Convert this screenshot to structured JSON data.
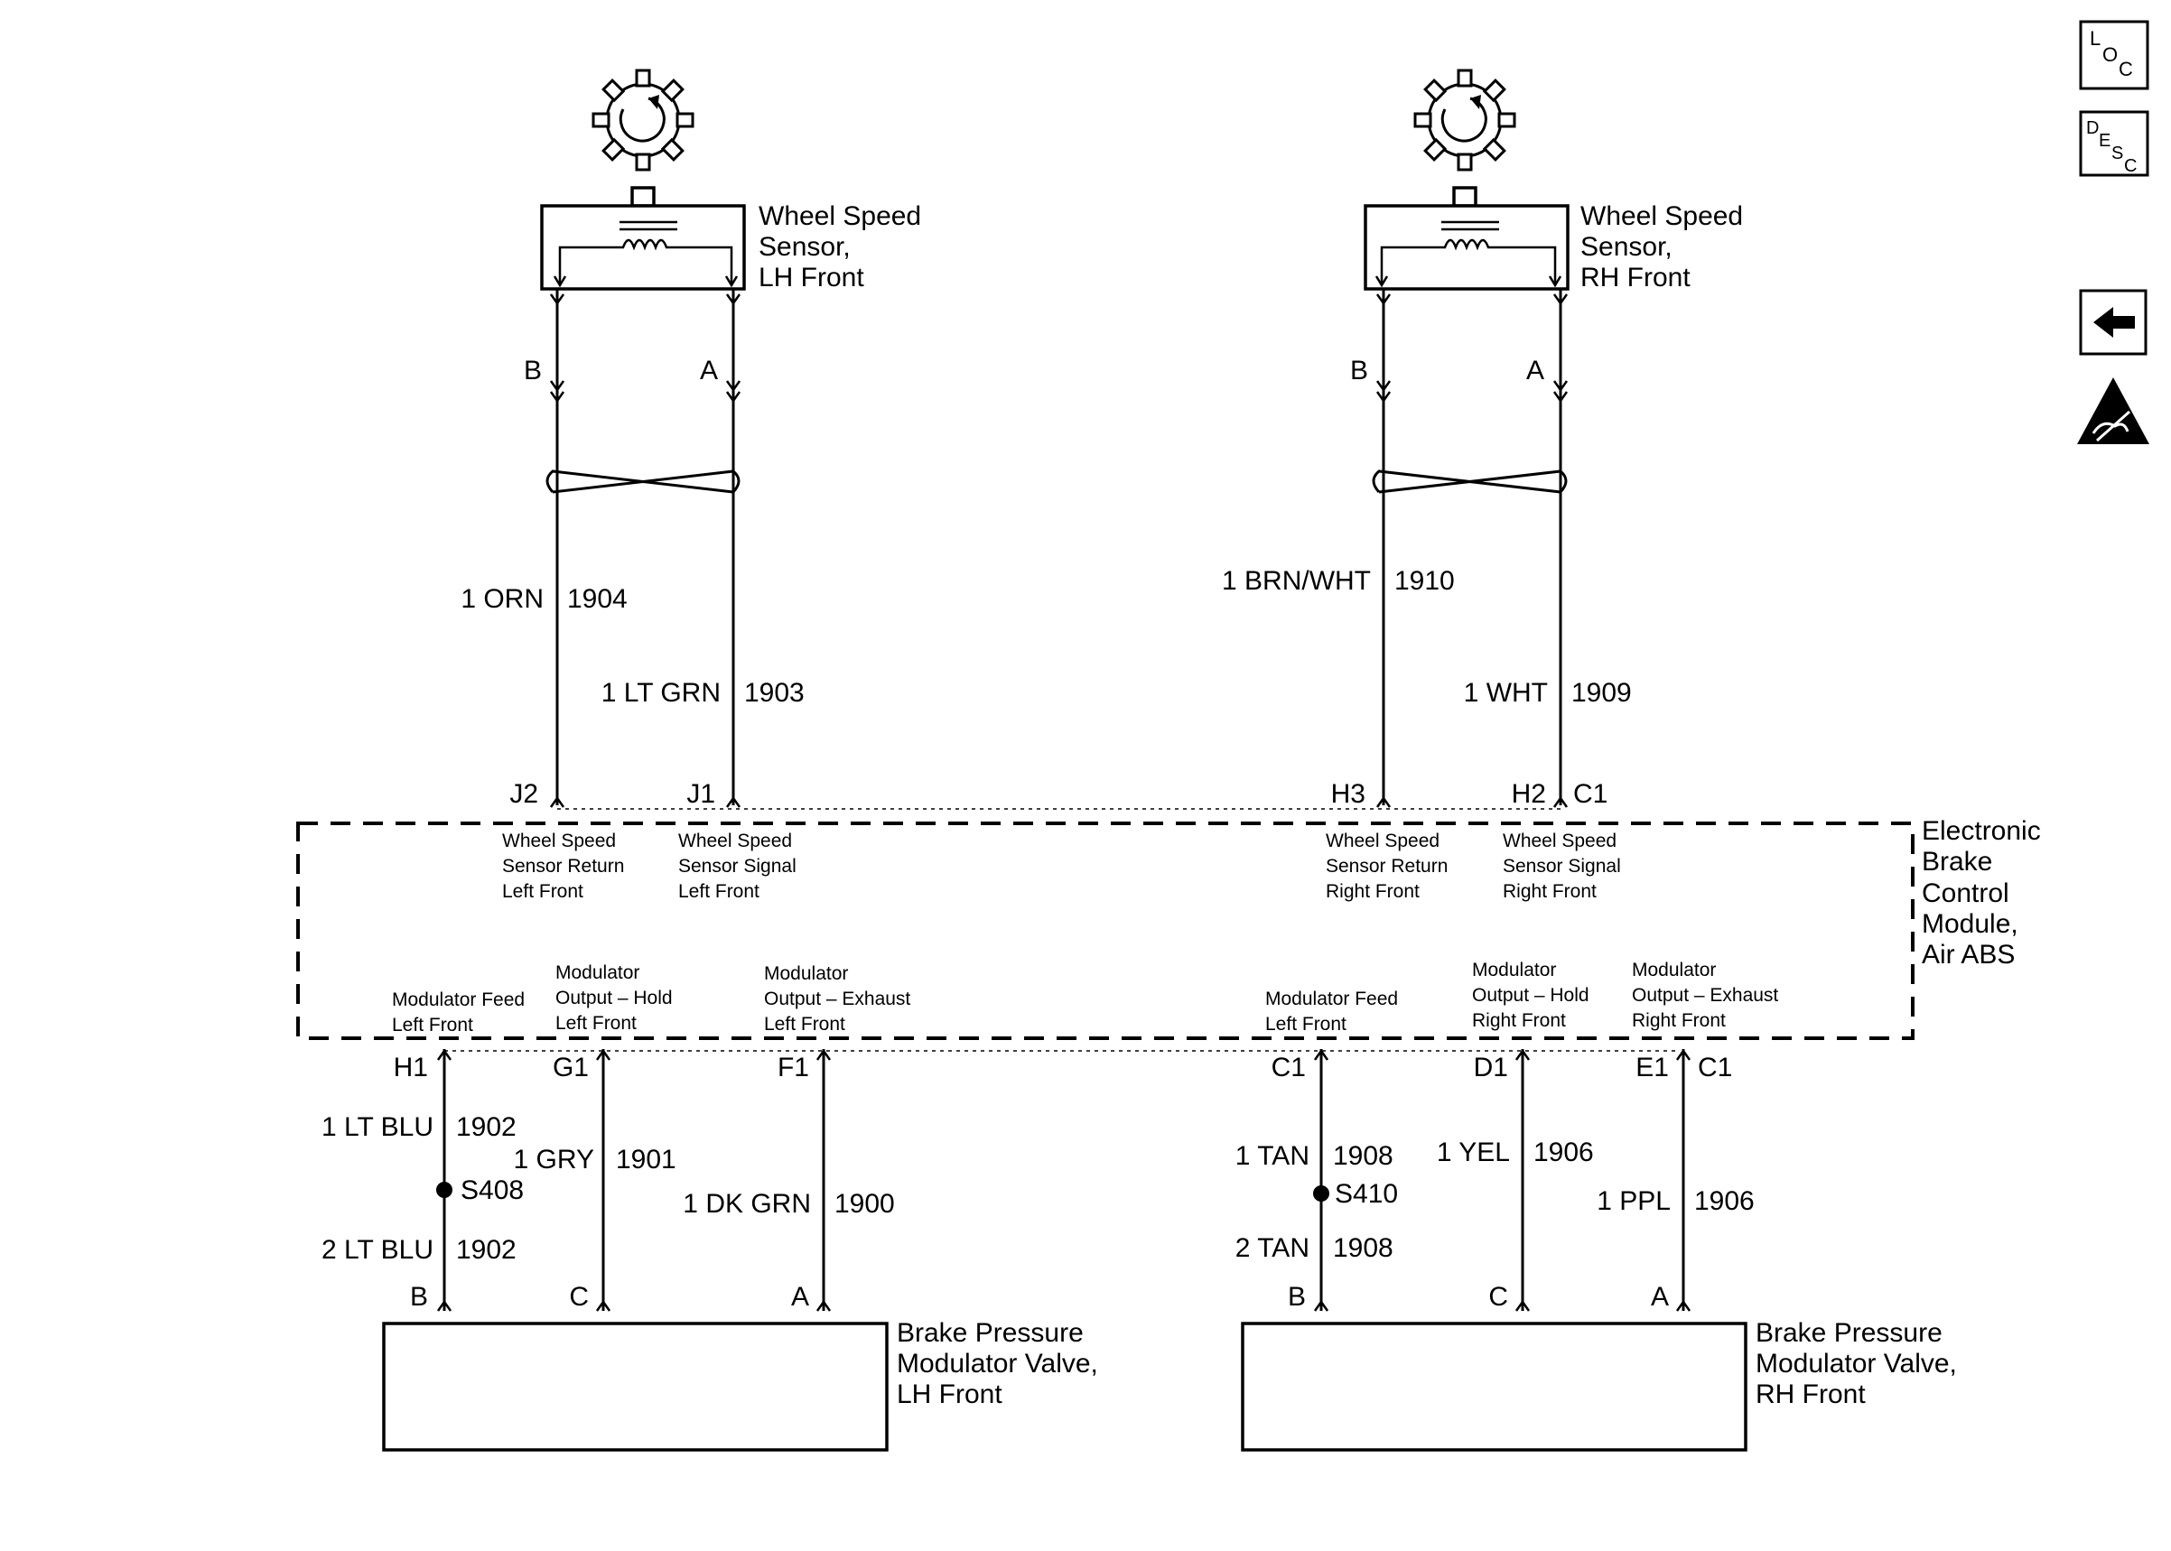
{
  "sensors": {
    "lh": {
      "name": [
        "Wheel Speed",
        "Sensor,",
        "LH Front"
      ],
      "pin_b": "B",
      "pin_a": "A"
    },
    "rh": {
      "name": [
        "Wheel Speed",
        "Sensor,",
        "RH Front"
      ],
      "pin_b": "B",
      "pin_a": "A"
    }
  },
  "upper_wires": {
    "lh_return": {
      "color": "1 ORN",
      "circuit": "1904",
      "pin": "J2"
    },
    "lh_signal": {
      "color": "1 LT GRN",
      "circuit": "1903",
      "pin": "J1"
    },
    "rh_return": {
      "color": "1 BRN/WHT",
      "circuit": "1910",
      "pin": "H3"
    },
    "rh_signal": {
      "color": "1 WHT",
      "circuit": "1909",
      "pin": "H2",
      "connector": "C1"
    }
  },
  "module": {
    "name": [
      "Electronic",
      "Brake",
      "Control",
      "Module,",
      "Air ABS"
    ],
    "inputs": {
      "lh_return": [
        "Wheel Speed",
        "Sensor Return",
        "Left Front"
      ],
      "lh_signal": [
        "Wheel Speed",
        "Sensor Signal",
        "Left Front"
      ],
      "rh_return": [
        "Wheel Speed",
        "Sensor Return",
        "Right Front"
      ],
      "rh_signal": [
        "Wheel Speed",
        "Sensor Signal",
        "Right Front"
      ]
    },
    "outputs": {
      "lh_feed": [
        "Modulator Feed",
        "Left Front"
      ],
      "lh_hold": [
        "Modulator",
        "Output – Hold",
        "Left Front"
      ],
      "lh_exhaust": [
        "Modulator",
        "Output – Exhaust",
        "Left Front"
      ],
      "rh_feed": [
        "Modulator Feed",
        "Left Front"
      ],
      "rh_hold": [
        "Modulator",
        "Output – Hold",
        "Right Front"
      ],
      "rh_exhaust": [
        "Modulator",
        "Output – Exhaust",
        "Right Front"
      ]
    }
  },
  "lower_wires": {
    "lh_feed": {
      "pin": "H1",
      "upper_color": "1 LT BLU",
      "upper_circuit": "1902",
      "splice": "S408",
      "lower_color": "2 LT BLU",
      "lower_circuit": "1902",
      "valve_pin": "B"
    },
    "lh_hold": {
      "pin": "G1",
      "color": "1 GRY",
      "circuit": "1901",
      "valve_pin": "C"
    },
    "lh_exhaust": {
      "pin": "F1",
      "color": "1 DK GRN",
      "circuit": "1900",
      "valve_pin": "A"
    },
    "rh_feed": {
      "pin": "C1",
      "upper_color": "1 TAN",
      "upper_circuit": "1908",
      "splice": "S410",
      "lower_color": "2 TAN",
      "lower_circuit": "1908",
      "valve_pin": "B"
    },
    "rh_hold": {
      "pin": "D1",
      "color": "1 YEL",
      "circuit": "1906",
      "valve_pin": "C"
    },
    "rh_exhaust": {
      "pin": "E1",
      "connector": "C1",
      "color": "1 PPL",
      "circuit": "1906",
      "valve_pin": "A"
    }
  },
  "valves": {
    "lh": [
      "Brake Pressure",
      "Modulator Valve,",
      "LH Front"
    ],
    "rh": [
      "Brake Pressure",
      "Modulator Valve,",
      "RH Front"
    ]
  },
  "nav": {
    "loc": [
      "L",
      "O",
      "C"
    ],
    "desc": [
      "D",
      "E",
      "S",
      "C"
    ],
    "back_icon": "arrow-left-icon",
    "esd_icon": "esd-warning-icon"
  }
}
